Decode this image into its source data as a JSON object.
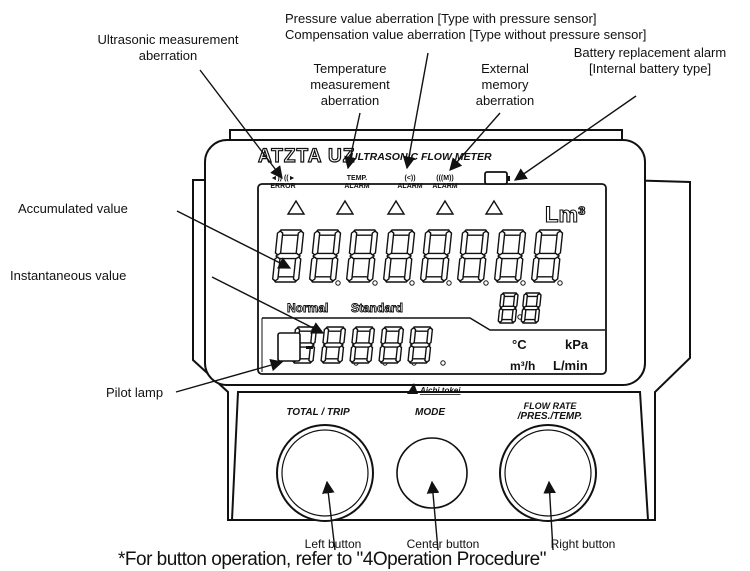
{
  "device": {
    "brand": "ATZTA UZ",
    "product_label": "ULTRASONIC FLOW METER",
    "unit_top": "Lm³",
    "label_normal": "Normal",
    "label_standard": "Standard",
    "unit_celsius": "°C",
    "unit_kpa": "kPa",
    "unit_m3h": "m³/h",
    "unit_lmin": "L/min",
    "maker_logo": "Aichi tokei"
  },
  "indicators": {
    "ultrasonic_top": "◄)) ((►",
    "ultrasonic_bottom": "ERROR",
    "temp_top": "TEMP.",
    "temp_bottom": "ALARM",
    "pressure_top": "(<))",
    "pressure_bottom": "ALARM",
    "memory_top": "(((M))",
    "memory_bottom": "ALARM"
  },
  "buttons": {
    "left_label": "TOTAL / TRIP",
    "center_label": "MODE",
    "right_label_1": "FLOW RATE",
    "right_label_2": "/PRES./TEMP."
  },
  "callouts": {
    "ultrasonic_line1": "Ultrasonic measurement",
    "ultrasonic_line2": "aberration",
    "pressure_line1": "Pressure value aberration [Type with pressure sensor]",
    "pressure_line2": "Compensation value aberration [Type without pressure sensor]",
    "battery_line1": "Battery replacement alarm",
    "battery_line2": "[Internal battery type]",
    "temperature_line1": "Temperature",
    "temperature_line2": "measurement",
    "temperature_line3": "aberration",
    "memory_line1": "External",
    "memory_line2": "memory",
    "memory_line3": "aberration",
    "accumulated": "Accumulated value",
    "instantaneous": "Instantaneous value",
    "pilot": "Pilot lamp",
    "left_button": "Left button",
    "center_button": "Center button",
    "right_button": "Right button",
    "bottom_note": "*For button operation, refer to \"4Operation Procedure\""
  }
}
